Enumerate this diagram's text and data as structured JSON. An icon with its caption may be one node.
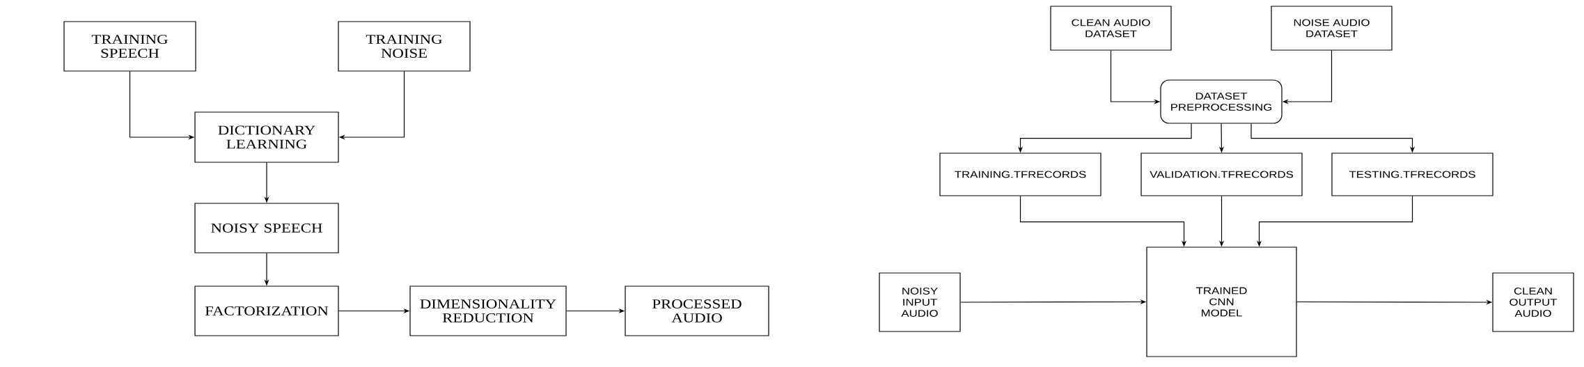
{
  "diagram": {
    "nodes": [
      {
        "text": [
          "TRAINING SPEECH"
        ]
      },
      {
        "text": [
          "TRAINING NOISE"
        ]
      },
      {
        "text": [
          "DICTIONARY LEARNING"
        ]
      },
      {
        "text": [
          "NOISY SPEECH"
        ]
      },
      {
        "text": [
          "FACTORIZATION"
        ]
      },
      {
        "text": [
          "DIMENSIONALITY REDUCTION"
        ]
      },
      {
        "text": [
          "PROCESSED AUDIO"
        ]
      },
      {
        "text": [
          "CLEAN AUDIO DATASET"
        ]
      },
      {
        "text": [
          "NOISE AUDIO DATASET"
        ]
      },
      {
        "text": [
          "DATASET PREPROCESSING"
        ]
      },
      {
        "text": [
          "TRAINING.TFRECORDS"
        ]
      },
      {
        "text": [
          "VALIDATION.TFRECORDS"
        ]
      },
      {
        "text": [
          "TESTING.TFRECORDS"
        ]
      },
      {
        "text": [
          "NOISY INPUT AUDIO"
        ]
      },
      {
        "text": [
          "TRAINED CNN MODEL"
        ]
      },
      {
        "text": [
          "CLEAN OUTPUT AUDIO"
        ]
      }
    ],
    "edges": [
      {
        "from": 0,
        "to": 2,
        "arrow": "to"
      },
      {
        "from": 1,
        "to": 2,
        "arrow": "to"
      },
      {
        "from": 2,
        "to": 3,
        "arrow": "to"
      },
      {
        "from": 3,
        "to": 4,
        "arrow": "to"
      },
      {
        "from": 4,
        "to": 5,
        "arrow": "to"
      },
      {
        "from": 5,
        "to": 6,
        "arrow": "to"
      },
      {
        "from": 7,
        "to": 9,
        "arrow": "to"
      },
      {
        "from": 8,
        "to": 9,
        "arrow": "to"
      },
      {
        "from": 9,
        "to": 10,
        "arrow": "to"
      },
      {
        "from": 9,
        "to": 11,
        "arrow": "to"
      },
      {
        "from": 9,
        "to": 12,
        "arrow": "to"
      },
      {
        "from": 10,
        "to": 14,
        "arrow": "to"
      },
      {
        "from": 11,
        "to": 14,
        "arrow": "to"
      },
      {
        "from": 12,
        "to": 14,
        "arrow": "to"
      },
      {
        "from": 13,
        "to": 14,
        "arrow": "to"
      },
      {
        "from": 14,
        "to": 15,
        "arrow": "to"
      }
    ]
  }
}
